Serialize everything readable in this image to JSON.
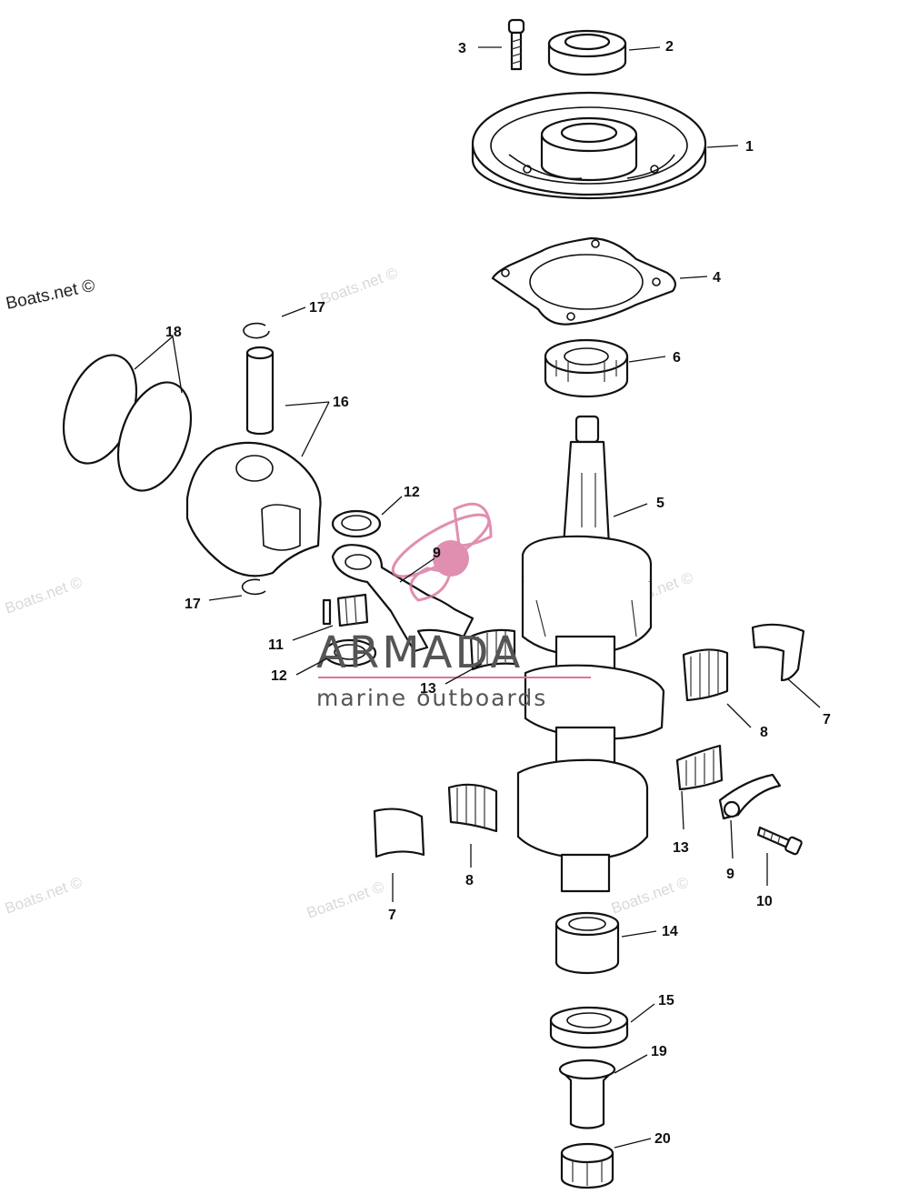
{
  "watermarks": {
    "site": "Boats.net ©"
  },
  "brand": {
    "name": "ARMADA",
    "tagline": "marine outboards",
    "accent_color": "#d9749e"
  },
  "callouts": {
    "c1": "1",
    "c2": "2",
    "c3": "3",
    "c4": "4",
    "c5": "5",
    "c6": "6",
    "c7a": "7",
    "c7b": "7",
    "c8a": "8",
    "c8b": "8",
    "c9a": "9",
    "c9b": "9",
    "c10": "10",
    "c11": "11",
    "c12a": "12",
    "c12b": "12",
    "c13a": "13",
    "c13b": "13",
    "c14": "14",
    "c15": "15",
    "c16": "16",
    "c17a": "17",
    "c17b": "17",
    "c18": "18",
    "c19": "19",
    "c20": "20"
  }
}
